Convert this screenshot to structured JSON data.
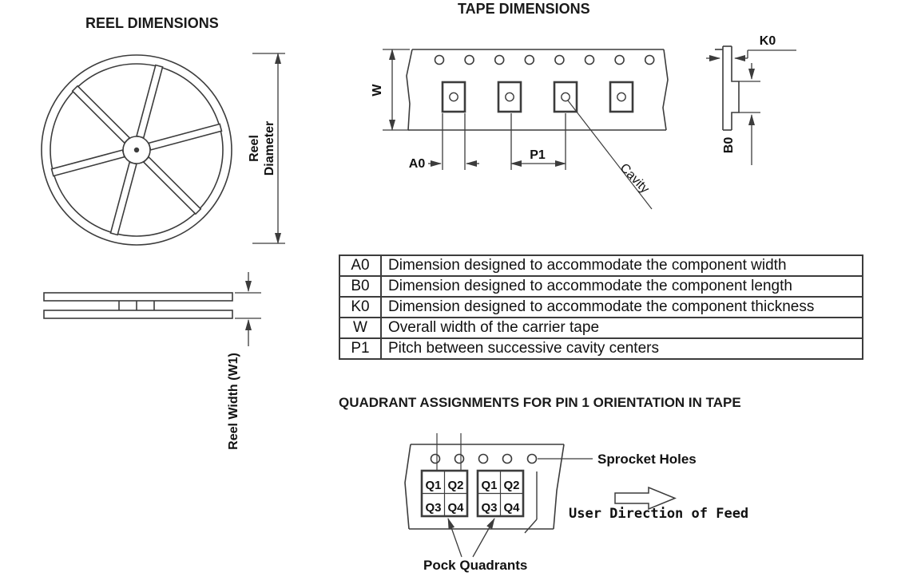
{
  "colors": {
    "line": "#3c3c3c",
    "text": "#1a1a1a",
    "background": "#ffffff"
  },
  "reel": {
    "title": "REEL DIMENSIONS",
    "diameter_label_line1": "Reel",
    "diameter_label_line2": "Diameter",
    "width_label": "Reel Width (W1)"
  },
  "tape": {
    "title": "TAPE DIMENSIONS",
    "labels": {
      "w": "W",
      "a0": "A0",
      "p1": "P1",
      "k0": "K0",
      "b0": "B0",
      "cavity": "Cavity"
    }
  },
  "dimension_table": {
    "rows": [
      {
        "code": "A0",
        "desc": "Dimension designed to accommodate the component width"
      },
      {
        "code": "B0",
        "desc": "Dimension designed to accommodate the component length"
      },
      {
        "code": "K0",
        "desc": "Dimension designed to accommodate the component thickness"
      },
      {
        "code": "W",
        "desc": "Overall width of the carrier tape"
      },
      {
        "code": "P1",
        "desc": "Pitch between successive cavity centers"
      }
    ]
  },
  "quadrant": {
    "title": "QUADRANT ASSIGNMENTS FOR PIN 1 ORIENTATION IN TAPE",
    "cells": {
      "q1": "Q1",
      "q2": "Q2",
      "q3": "Q3",
      "q4": "Q4"
    },
    "sprocket_holes_label": "Sprocket Holes",
    "feed_direction_label": "User Direction of Feed",
    "pock_quadrants_label": "Pock Quadrants"
  }
}
